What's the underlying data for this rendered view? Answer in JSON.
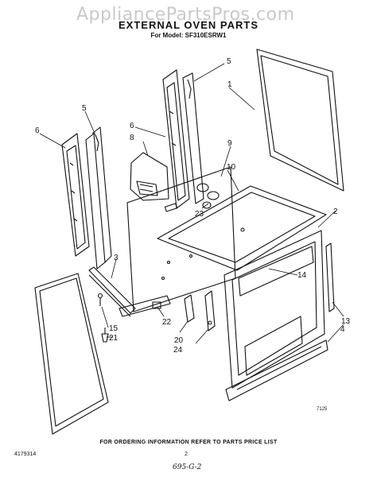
{
  "watermark": "AppliancePartsPros.com",
  "title": "EXTERNAL OVEN PARTS",
  "subtitle": "For Model: SF310ESRW1",
  "callouts": [
    {
      "id": "1",
      "label": "1"
    },
    {
      "id": "2",
      "label": "2"
    },
    {
      "id": "3",
      "label": "3"
    },
    {
      "id": "4",
      "label": "4"
    },
    {
      "id": "5a",
      "label": "5"
    },
    {
      "id": "5b",
      "label": "5"
    },
    {
      "id": "6a",
      "label": "6"
    },
    {
      "id": "6b",
      "label": "6"
    },
    {
      "id": "8",
      "label": "8"
    },
    {
      "id": "9",
      "label": "9"
    },
    {
      "id": "10",
      "label": "10"
    },
    {
      "id": "13",
      "label": "13"
    },
    {
      "id": "14",
      "label": "14"
    },
    {
      "id": "15",
      "label": "15"
    },
    {
      "id": "20",
      "label": "20"
    },
    {
      "id": "21",
      "label": "21"
    },
    {
      "id": "22",
      "label": "22"
    },
    {
      "id": "23",
      "label": "23"
    },
    {
      "id": "24",
      "label": "24"
    }
  ],
  "diagram_code": "7125",
  "footer_note": "FOR ORDERING INFORMATION REFER TO PARTS PRICE LIST",
  "doc_number": "4179314",
  "page_number": "2",
  "handwritten": "695-G-2",
  "colors": {
    "ink": "#111111",
    "watermark": "#c9c9c9",
    "background": "#ffffff"
  }
}
